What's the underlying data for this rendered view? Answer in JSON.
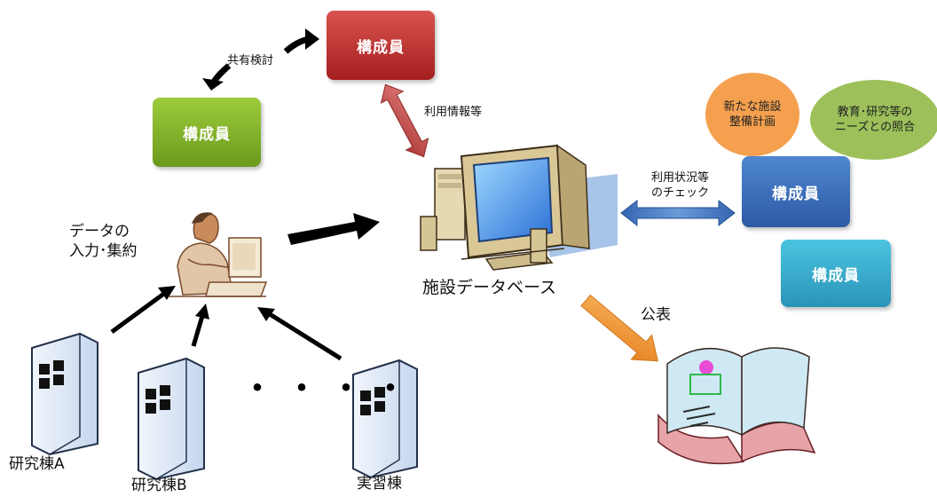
{
  "members": {
    "red": "構成員",
    "green": "構成員",
    "blue": "構成員",
    "cyan": "構成員"
  },
  "labels": {
    "joint_review": "共有検討",
    "usage_info": "利用情報等",
    "data_input_line1": "データの",
    "data_input_line2": "入力･集約",
    "database": "施設データベース",
    "usage_check_line1": "利用状況等",
    "usage_check_line2": "のチェック",
    "publish": "公表"
  },
  "circles": {
    "new_facility_line1": "新たな施設",
    "new_facility_line2": "整備計画",
    "needs_line1": "教育･研究等の",
    "needs_line2": "ニーズとの照合"
  },
  "buildings": {
    "a": "研究棟A",
    "b": "研究棟B",
    "practice": "実習棟",
    "ellipsis": "・・・・"
  },
  "colors": {
    "red_box": "#b8292b",
    "green_box": "#7fb02a",
    "blue_box": "#3a6fbf",
    "cyan_box": "#33aacb",
    "orange_circle": "#f4a04e",
    "olive_circle": "#9dc05a",
    "arrow_red": "#c0504d",
    "arrow_blue": "#3a6fbf",
    "arrow_orange": "#f39a3a",
    "building_fill": "#dbe6f4"
  }
}
